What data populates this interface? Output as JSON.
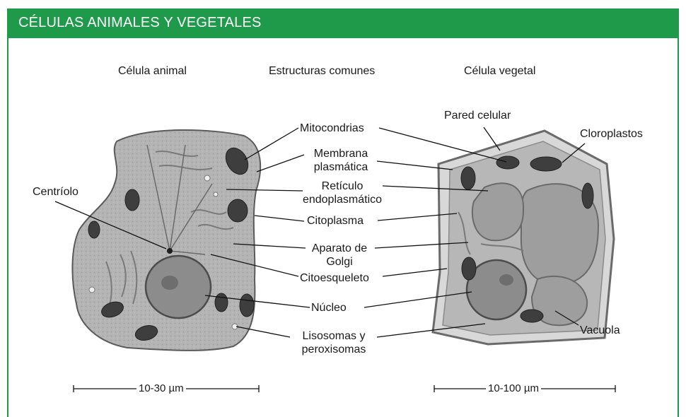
{
  "title": "CÉLULAS ANIMALES Y VEGETALES",
  "headings": {
    "animal": "Célula animal",
    "common": "Estructuras comunes",
    "plant": "Célula vegetal"
  },
  "labels": {
    "mitocondrias": "Mitocondrias",
    "membrana_l1": "Membrana",
    "membrana_l2": "plasmática",
    "reticulo_l1": "Retículo",
    "reticulo_l2": "endoplasmático",
    "citoplasma": "Citoplasma",
    "aparato_l1": "Aparato de",
    "aparato_l2": "Golgi",
    "citoesqueleto": "Citoesqueleto",
    "nucleo": "Núcleo",
    "lisosomas_l1": "Lisosomas y",
    "lisosomas_l2": "peroxisomas",
    "centriolo": "Centríolo",
    "pared": "Pared celular",
    "cloroplastos": "Cloroplastos",
    "vacuola": "Vacuola"
  },
  "scales": {
    "animal": "10-30 µm",
    "plant": "10-100 µm"
  }
}
